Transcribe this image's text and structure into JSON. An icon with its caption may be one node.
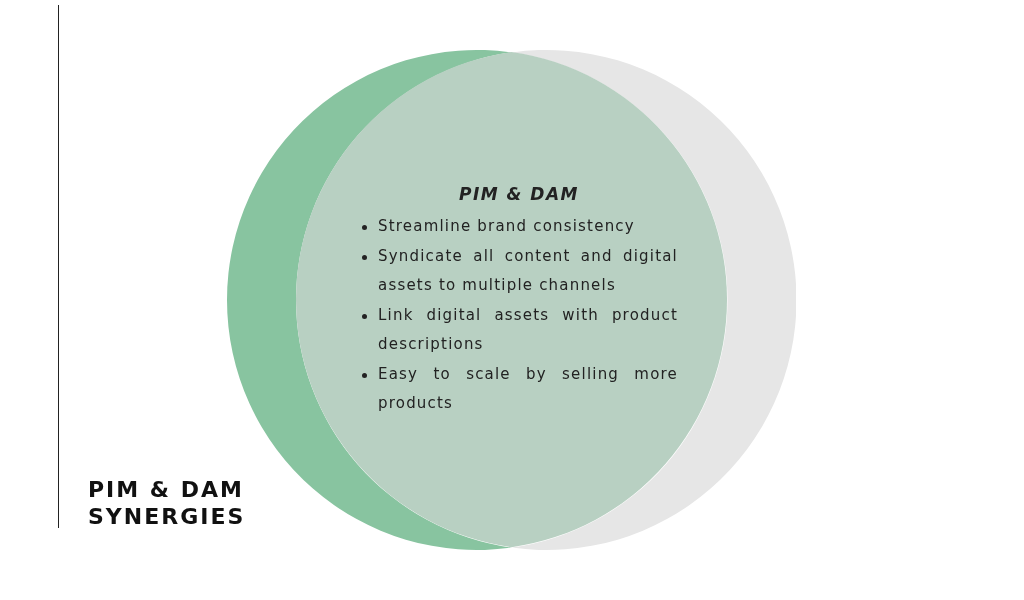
{
  "diagram": {
    "title": "PIM & DAM SYNERGIES",
    "nodes": [
      {
        "text": [],
        "shape": "circle"
      },
      {
        "text": [],
        "shape": "circle"
      },
      {
        "text": [
          "PIM & DAM",
          "Streamline brand consistency",
          "Syndicate all content and digital assets to multiple channels",
          "Link digital assets with product descriptions",
          "Easy to scale by selling more products"
        ]
      }
    ]
  }
}
